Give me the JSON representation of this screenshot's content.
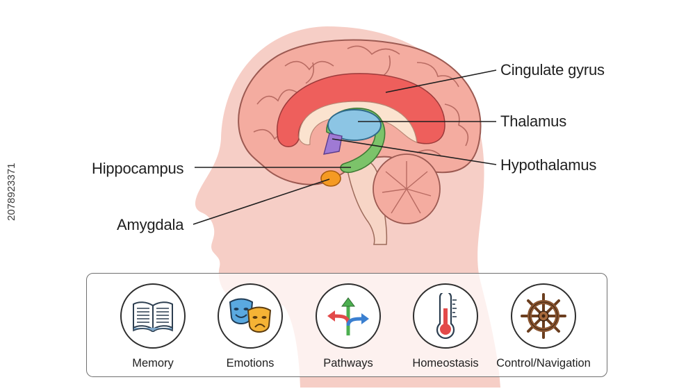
{
  "labels": {
    "cingulate_gyrus": "Cingulate gyrus",
    "thalamus": "Thalamus",
    "hypothalamus": "Hypothalamus",
    "hippocampus": "Hippocampus",
    "amygdala": "Amygdala"
  },
  "functions": [
    {
      "label": "Memory",
      "icon": "open-book-icon"
    },
    {
      "label": "Emotions",
      "icon": "theater-masks-icon"
    },
    {
      "label": "Pathways",
      "icon": "branching-arrows-icon"
    },
    {
      "label": "Homeostasis",
      "icon": "thermometer-icon"
    },
    {
      "label": "Control/Navigation",
      "icon": "ship-wheel-icon"
    }
  ],
  "stock_id": "2078923371",
  "colors": {
    "head": "#f6c9c1",
    "cortex": "#f2a79b",
    "cingulate": "#ee5f5c",
    "thalamus": "#8cc5e4",
    "hippocampus": "#7cc36a",
    "hypothalamus": "#9f7ad4",
    "amygdala": "#f59a23"
  }
}
